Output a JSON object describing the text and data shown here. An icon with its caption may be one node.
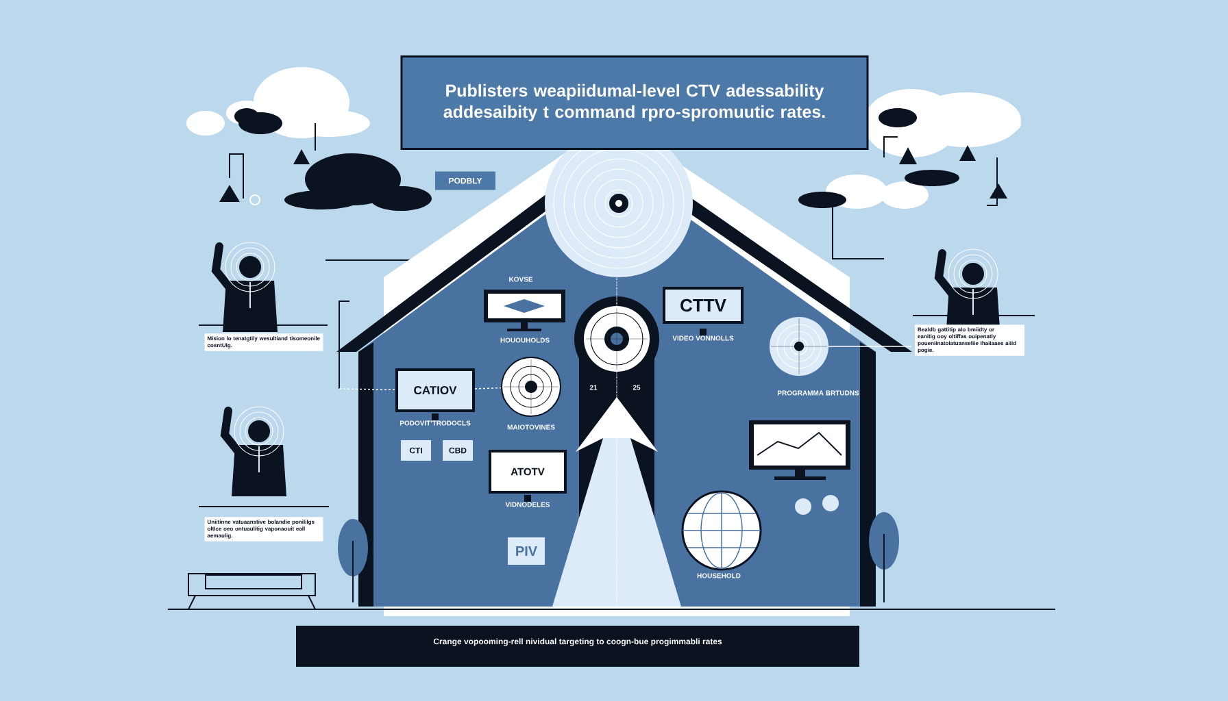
{
  "diagram": {
    "caption": "Crange vopooming-rell nividual targeting to coogn-bue progimmabli rates",
    "nodes": [
      {
        "text": [
          "Publisters weapiidumal-level CTV adessability addesaibity t command rpro-spromuutic rates."
        ]
      },
      {
        "text": [
          "PODBLY"
        ]
      },
      {
        "text": [
          "Mision lo tenatgtily wesultiand tisomeonile cosntUlg."
        ]
      },
      {
        "text": [
          "Uniitinne vatuaanstive bolandie poniliIgs oltIce oeo ontuaulitig vaponaouit eall aemaulig."
        ]
      },
      {
        "text": [
          "Bealdb gattitip alo bmiidty or eanitig ooy oltiffas ouipenatly poueniinatoiatuanseliie Ihaiiaaes aiiid pogie."
        ]
      },
      {
        "text": [
          "CATIOV"
        ],
        "beside": [
          "PODOVIT'TRODOCLS"
        ]
      },
      {
        "text": [],
        "shape": "circle"
      },
      {
        "text": [
          "CTTV"
        ],
        "beside": [
          "VIDEO VONNOLLS"
        ]
      },
      {
        "text": [
          "ATOTV"
        ],
        "beside": [
          "VIDNODELES"
        ]
      },
      {
        "text": [
          "CTI"
        ]
      },
      {
        "text": [
          "CBD"
        ]
      },
      {
        "text": [
          "PIV"
        ]
      }
    ],
    "edges": [
      {
        "from": 5,
        "to": 6,
        "arrow": "none",
        "style": "dashed"
      },
      {
        "from": null,
        "to": 5,
        "arrow": "none",
        "style": "dashed"
      }
    ],
    "labels": [
      "KOVSE",
      "HOUOUHOLDS",
      "MAIOTOVINES",
      "21",
      "25",
      "PROGRAMMA BRTUDNS",
      "HOUSEHOLD"
    ]
  }
}
